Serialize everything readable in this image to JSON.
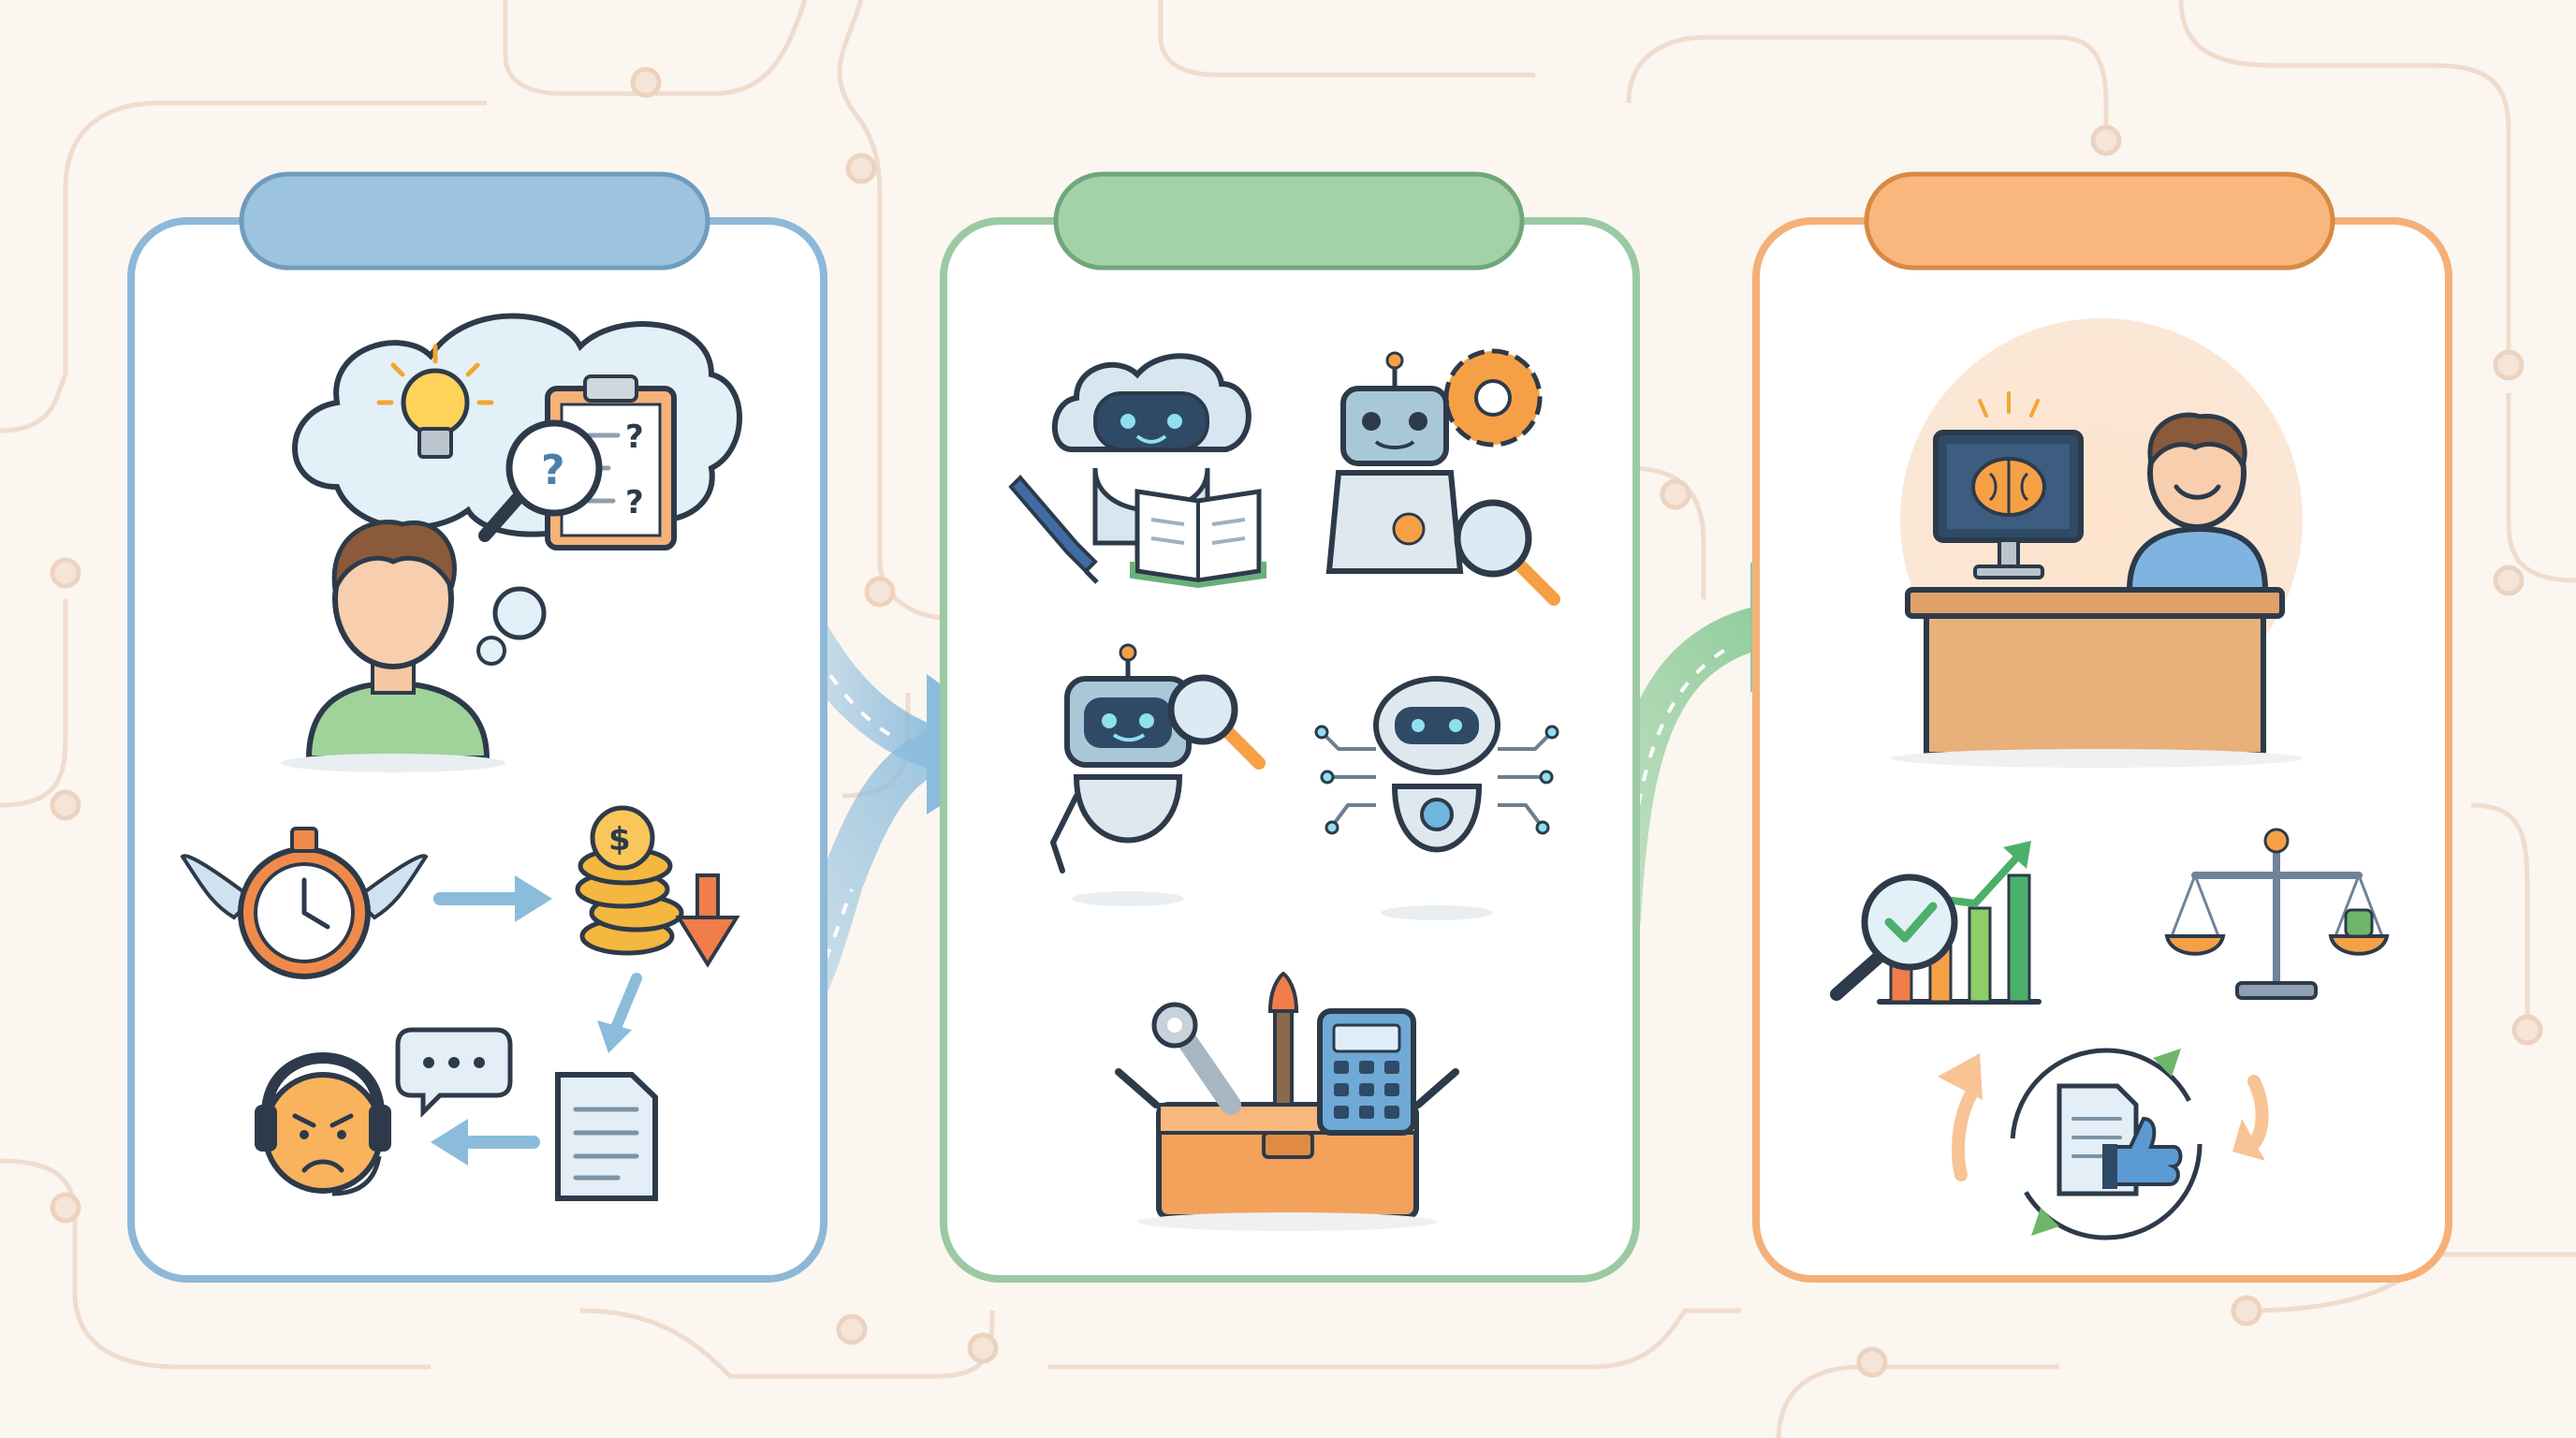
{
  "panels": [
    {
      "id": "problem",
      "tab_label": "",
      "color": "#89b6d8",
      "tab_fill": "#9cc4de",
      "border": "#8db8d8"
    },
    {
      "id": "agents",
      "tab_label": "",
      "color": "#8fc49a",
      "tab_fill": "#a3d2a9",
      "border": "#9bc9a3"
    },
    {
      "id": "outcome",
      "tab_label": "",
      "color": "#f2a866",
      "tab_fill": "#f9b77d",
      "border": "#f4b078"
    }
  ],
  "icons": {
    "problem": [
      "thought-bubble-icon",
      "lightbulb-icon",
      "clipboard-checklist-icon",
      "magnifier-question-icon",
      "person-icon",
      "winged-stopwatch-icon",
      "coin-stack-icon",
      "down-arrow-icon",
      "document-icon",
      "chat-bubble-icon",
      "frustrated-headset-face-icon"
    ],
    "agents": [
      "cloud-robot-icon",
      "book-icon",
      "pen-icon",
      "gear-robot-icon",
      "magnifier-icon",
      "search-robot-icon",
      "network-robot-icon",
      "toolbox-icon",
      "wrench-icon",
      "paintbrush-icon",
      "calculator-icon"
    ],
    "outcome": [
      "monitor-brain-icon",
      "smiling-person-icon",
      "desk-icon",
      "growth-chart-icon",
      "magnifier-check-icon",
      "balance-scale-icon",
      "cycle-arrows-icon",
      "document-thumbs-up-icon"
    ]
  },
  "flow_colors": {
    "blue_arrow": "#8bbcdc",
    "green_arrow": "#8fcc9a",
    "connector": "#f0d8c6"
  }
}
